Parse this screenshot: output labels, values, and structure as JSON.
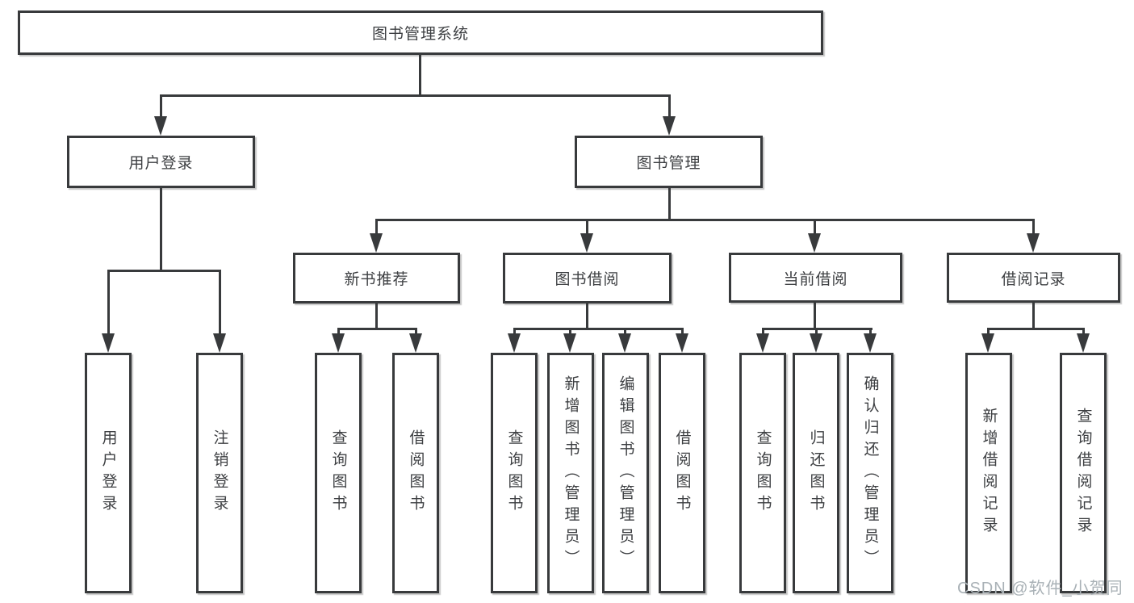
{
  "diagram": {
    "root": {
      "label": "图书管理系统"
    },
    "branches": [
      {
        "label": "用户登录",
        "children": [
          {
            "label": "用户登录"
          },
          {
            "label": "注销登录"
          }
        ]
      },
      {
        "label": "图书管理",
        "children": [
          {
            "label": "新书推荐",
            "children": [
              {
                "label": "查询图书"
              },
              {
                "label": "借阅图书"
              }
            ]
          },
          {
            "label": "图书借阅",
            "children": [
              {
                "label": "查询图书"
              },
              {
                "label": "新增图书（管理员）"
              },
              {
                "label": "编辑图书（管理员）"
              },
              {
                "label": "借阅图书"
              }
            ]
          },
          {
            "label": "当前借阅",
            "children": [
              {
                "label": "查询图书"
              },
              {
                "label": "归还图书"
              },
              {
                "label": "确认归还（管理员）"
              }
            ]
          },
          {
            "label": "借阅记录",
            "children": [
              {
                "label": "新增借阅记录"
              },
              {
                "label": "查询借阅记录"
              }
            ]
          }
        ]
      }
    ]
  },
  "colors": {
    "line": "#383a3c",
    "text": "#3d3f42",
    "watermark": "#a9b1b6"
  },
  "watermark": "CSDN @软件_小贺同学"
}
